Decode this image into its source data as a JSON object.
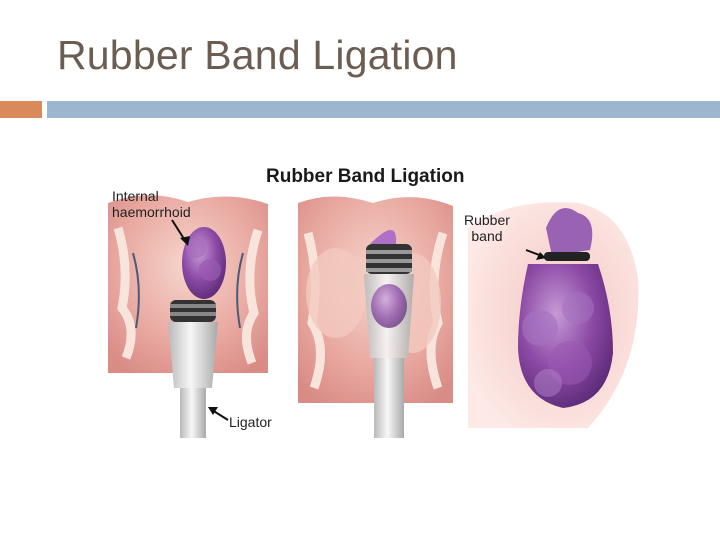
{
  "slide": {
    "title": "Rubber Band Ligation"
  },
  "figure": {
    "title": "Rubber Band Ligation",
    "labels": {
      "internal_line1": "Internal",
      "internal_line2": "haemorrhoid",
      "rubber_line1": "Rubber",
      "rubber_line2": "band",
      "ligator": "Ligator"
    }
  },
  "colors": {
    "title_text": "#6b5d52",
    "accent_orange": "#d9895a",
    "accent_blue": "#9db6cf",
    "tissue_pink": "#e8a7a0",
    "haemorrhoid_purple": "#8a4aa0",
    "ligator_grey": "#dcdcdc",
    "band_black": "#222222"
  }
}
